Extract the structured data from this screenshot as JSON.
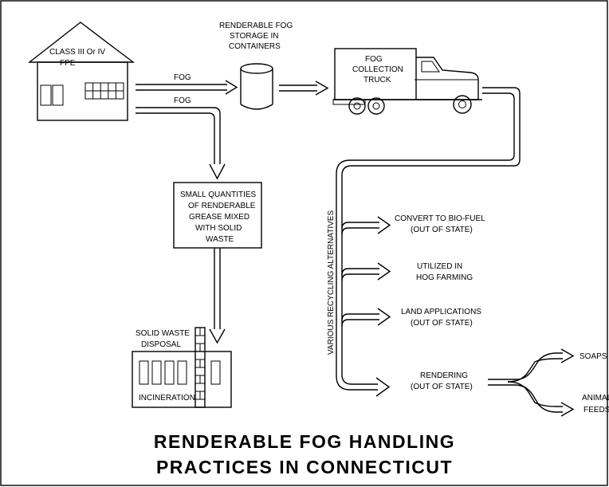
{
  "building": {
    "label_line1": "CLASS III Or IV",
    "label_line2": "FPE"
  },
  "flows": {
    "fog_upper": "FOG",
    "fog_lower": "FOG"
  },
  "storage": {
    "line1": "RENDERABLE FOG",
    "line2": "STORAGE IN",
    "line3": "CONTAINERS"
  },
  "truck": {
    "line1": "FOG",
    "line2": "COLLECTION",
    "line3": "TRUCK"
  },
  "small_quantities": {
    "line1": "SMALL QUANTITIES",
    "line2": "OF RENDERABLE",
    "line3": "GREASE MIXED",
    "line4": "WITH SOLID",
    "line5": "WASTE"
  },
  "disposal": {
    "label_line1": "SOLID WASTE",
    "label_line2": "DISPOSAL",
    "incineration": "INCINERATION"
  },
  "recycling": {
    "vertical_label": "VARIOUS RECYCLING ALTERNATIVES",
    "bio_fuel": {
      "line1": "CONVERT TO BIO-FUEL",
      "line2": "(OUT OF STATE)"
    },
    "hog": {
      "line1": "UTILIZED IN",
      "line2": "HOG FARMING"
    },
    "land": {
      "line1": "LAND APPLICATIONS",
      "line2": "(OUT OF STATE)"
    },
    "rendering": {
      "line1": "RENDERING",
      "line2": "(OUT OF STATE)"
    },
    "soaps": "SOAPS",
    "animal_feeds": {
      "line1": "ANIMAL",
      "line2": "FEEDS"
    }
  },
  "title": {
    "line1": "RENDERABLE FOG HANDLING",
    "line2": "PRACTICES IN CONNECTICUT"
  }
}
